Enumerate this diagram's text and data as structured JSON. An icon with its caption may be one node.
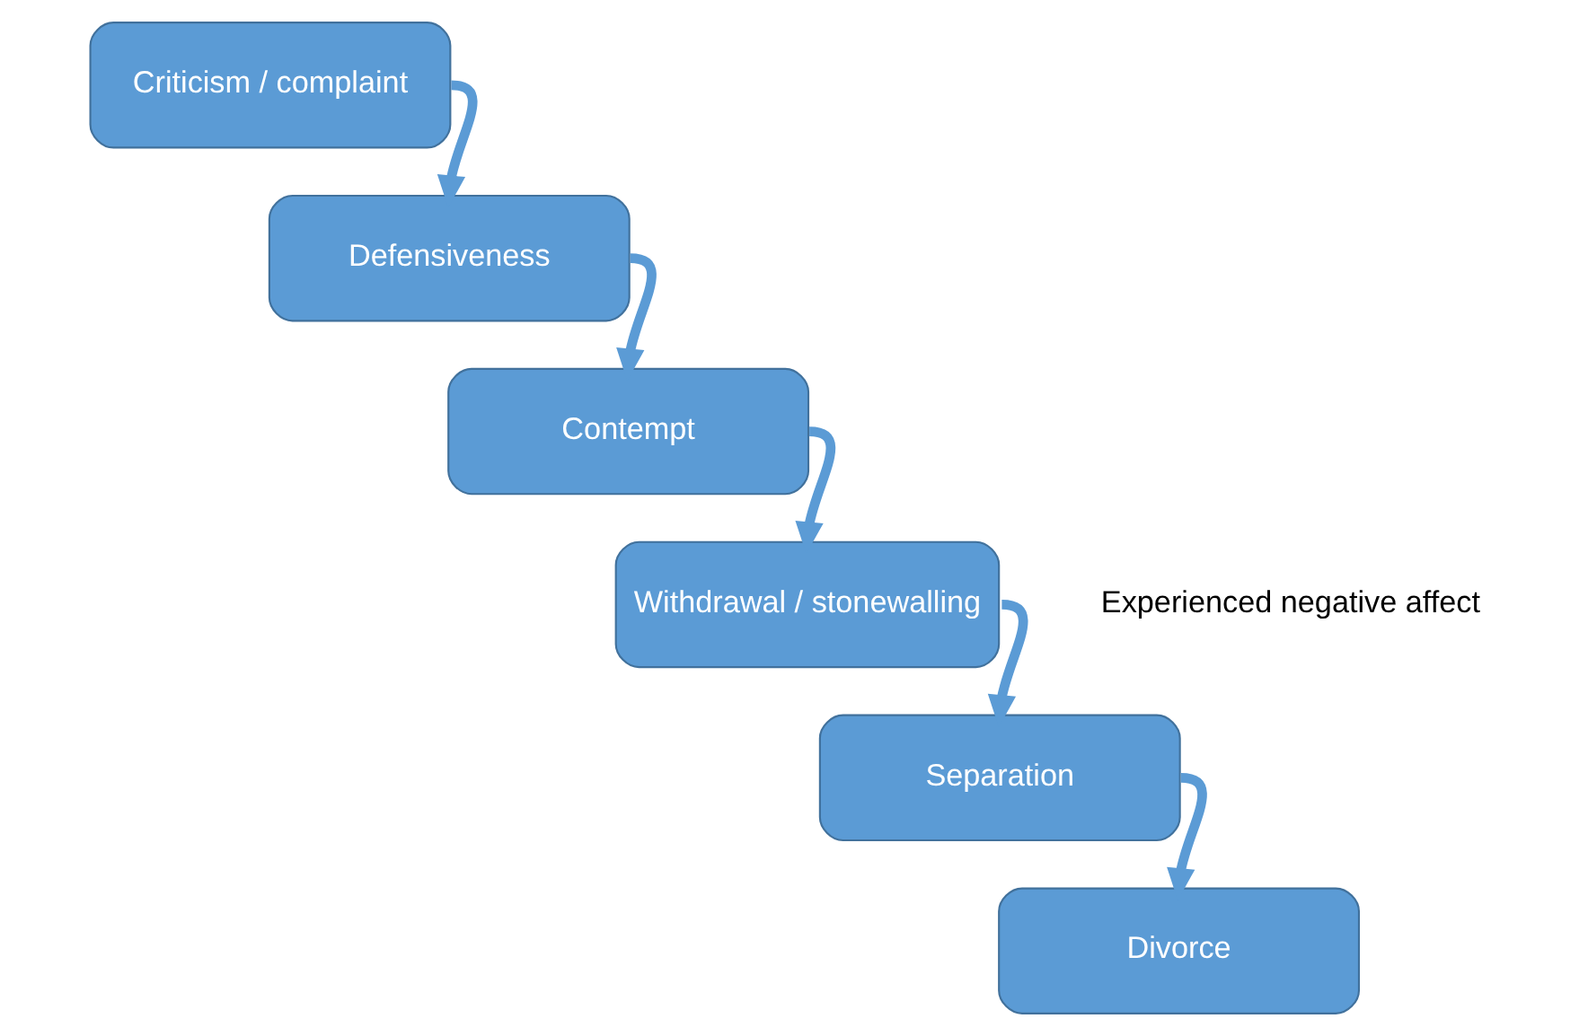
{
  "diagram": {
    "nodes": [
      {
        "text": [
          "Criticism / complaint"
        ]
      },
      {
        "text": [
          "Defensiveness"
        ]
      },
      {
        "text": [
          "Contempt"
        ]
      },
      {
        "text": [
          "Withdrawal / stonewalling"
        ]
      },
      {
        "text": [
          "Separation"
        ]
      },
      {
        "text": [
          "Divorce"
        ]
      }
    ],
    "edges": [
      {
        "from": 0,
        "to": 1,
        "arrow": "to"
      },
      {
        "from": 1,
        "to": 2,
        "arrow": "to"
      },
      {
        "from": 2,
        "to": 3,
        "arrow": "to"
      },
      {
        "from": 3,
        "to": 4,
        "arrow": "to"
      },
      {
        "from": 4,
        "to": 5,
        "arrow": "to"
      }
    ],
    "labels": [
      "Experienced negative affect"
    ]
  }
}
